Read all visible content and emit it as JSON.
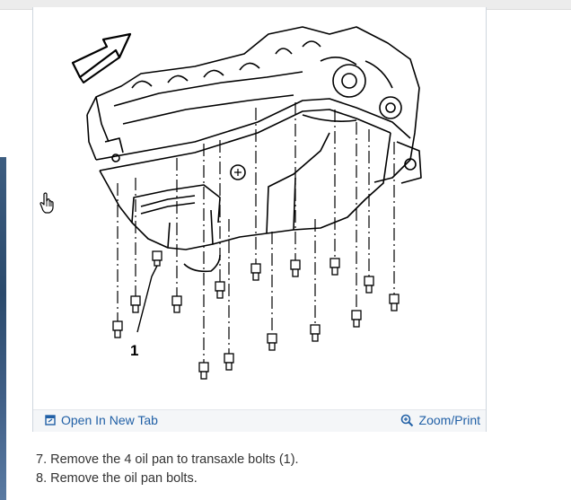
{
  "figure": {
    "callout_label": "1",
    "open_tab_label": "Open In New Tab",
    "zoom_label": "Zoom/Print"
  },
  "steps": [
    "7. Remove the 4 oil pan to transaxle bolts (1).",
    "8. Remove the oil pan bolts."
  ],
  "icons": {
    "open_tab": "open-in-new-tab-icon",
    "zoom": "zoom-magnifier-icon",
    "cursor": "hand-pointer-cursor-icon",
    "direction_arrow": "direction-arrow-icon"
  }
}
